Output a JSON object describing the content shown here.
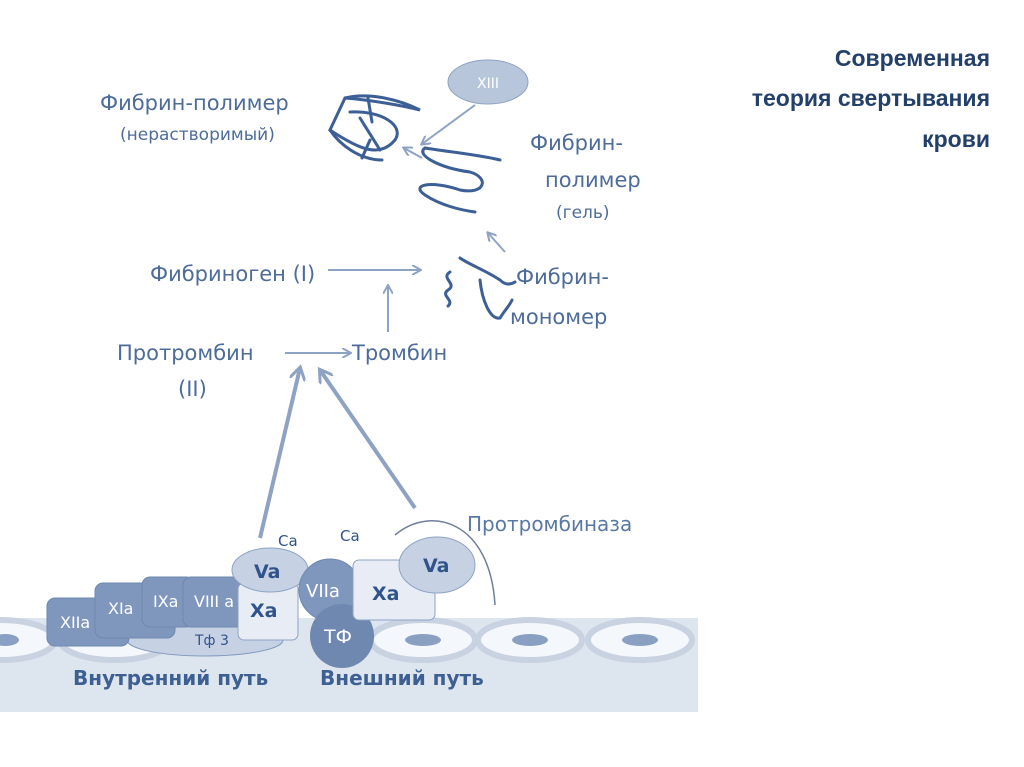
{
  "title": {
    "line1": "Современная",
    "line2": "теория свертывания",
    "line3": "крови"
  },
  "labels": {
    "fibrin_polymer_insoluble": "Фибрин-полимер",
    "insoluble": "(нерастворимый)",
    "xiii": "XIII",
    "fibrin_gel_1": "Фибрин-",
    "fibrin_gel_2": "полимер",
    "gel": "(гель)",
    "fibrinogen": "Фибриноген (I)",
    "fibrin_monomer_1": "Фибрин-",
    "fibrin_monomer_2": "мономер",
    "prothrombin": "Протромбин",
    "prothrombin_num": "(II)",
    "thrombin": "Тромбин",
    "prothrombinase": "Протромбиназа",
    "ca1": "Ca",
    "ca2": "Ca"
  },
  "factors": {
    "xiia": "XIIa",
    "xia": "XIa",
    "ixa": "IXa",
    "viiia": "VIII a",
    "tf3": "Тф 3",
    "xa_left": "Xa",
    "va_left": "Va",
    "viia": "VIIa",
    "tf": "ТФ",
    "xa_right": "Xa",
    "va_right": "Va"
  },
  "pathways": {
    "intrinsic": "Внутренний путь",
    "extrinsic": "Внешний путь"
  },
  "colors": {
    "text": "#4d6c9a",
    "title": "#23406b",
    "factor_dark": "#7f97bd",
    "factor_mid": "#c6d2e4",
    "factor_light": "#e8edf5",
    "band": "#dde5ef"
  }
}
